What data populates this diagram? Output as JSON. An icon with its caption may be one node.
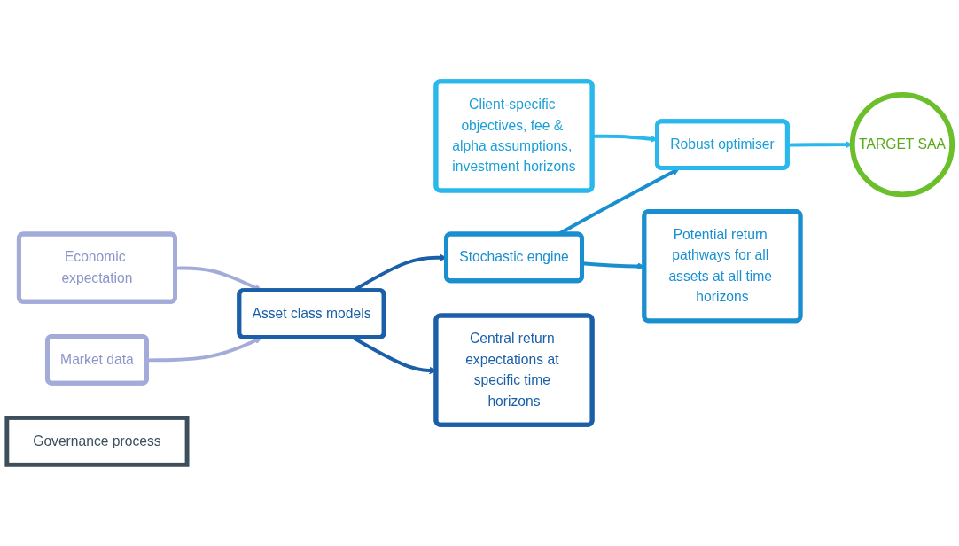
{
  "diagram": {
    "nodes": [
      {
        "text": [
          "Governance process"
        ]
      },
      {
        "text": [
          "Market data"
        ]
      },
      {
        "text": [
          "Economic expectation"
        ]
      },
      {
        "text": [
          "Asset class models"
        ]
      },
      {
        "text": [
          "Stochastic engine"
        ]
      },
      {
        "text": [
          "Robust optimiser"
        ]
      },
      {
        "text": [
          "TARGET SAA"
        ]
      },
      {
        "text": [
          "Central return expectations at specific time horizons"
        ]
      },
      {
        "text": [
          "Potential return pathways for all assets at all time horizons"
        ]
      },
      {
        "text": [
          "Client-specific objectives, fee & alpha assumptions, investment horizons"
        ]
      }
    ],
    "edges": [
      {
        "from": 1,
        "to": 3,
        "arrow": "to",
        "color": "#a3acd9"
      },
      {
        "from": 2,
        "to": 3,
        "arrow": "to",
        "color": "#a3acd9"
      },
      {
        "from": 3,
        "to": 4,
        "arrow": "to",
        "color": "#1a5fa8"
      },
      {
        "from": 4,
        "to": 5,
        "arrow": "to",
        "color": "#1a8fd0"
      },
      {
        "from": 5,
        "to": 6,
        "arrow": "to",
        "color": "#2ab8ec"
      },
      {
        "from": 3,
        "to": 7,
        "arrow": "to",
        "color": "#1a5fa8"
      },
      {
        "from": 4,
        "to": 8,
        "arrow": "to",
        "color": "#1a8fd0"
      },
      {
        "from": 9,
        "to": 5,
        "arrow": "to",
        "color": "#2ab8ec"
      }
    ]
  }
}
